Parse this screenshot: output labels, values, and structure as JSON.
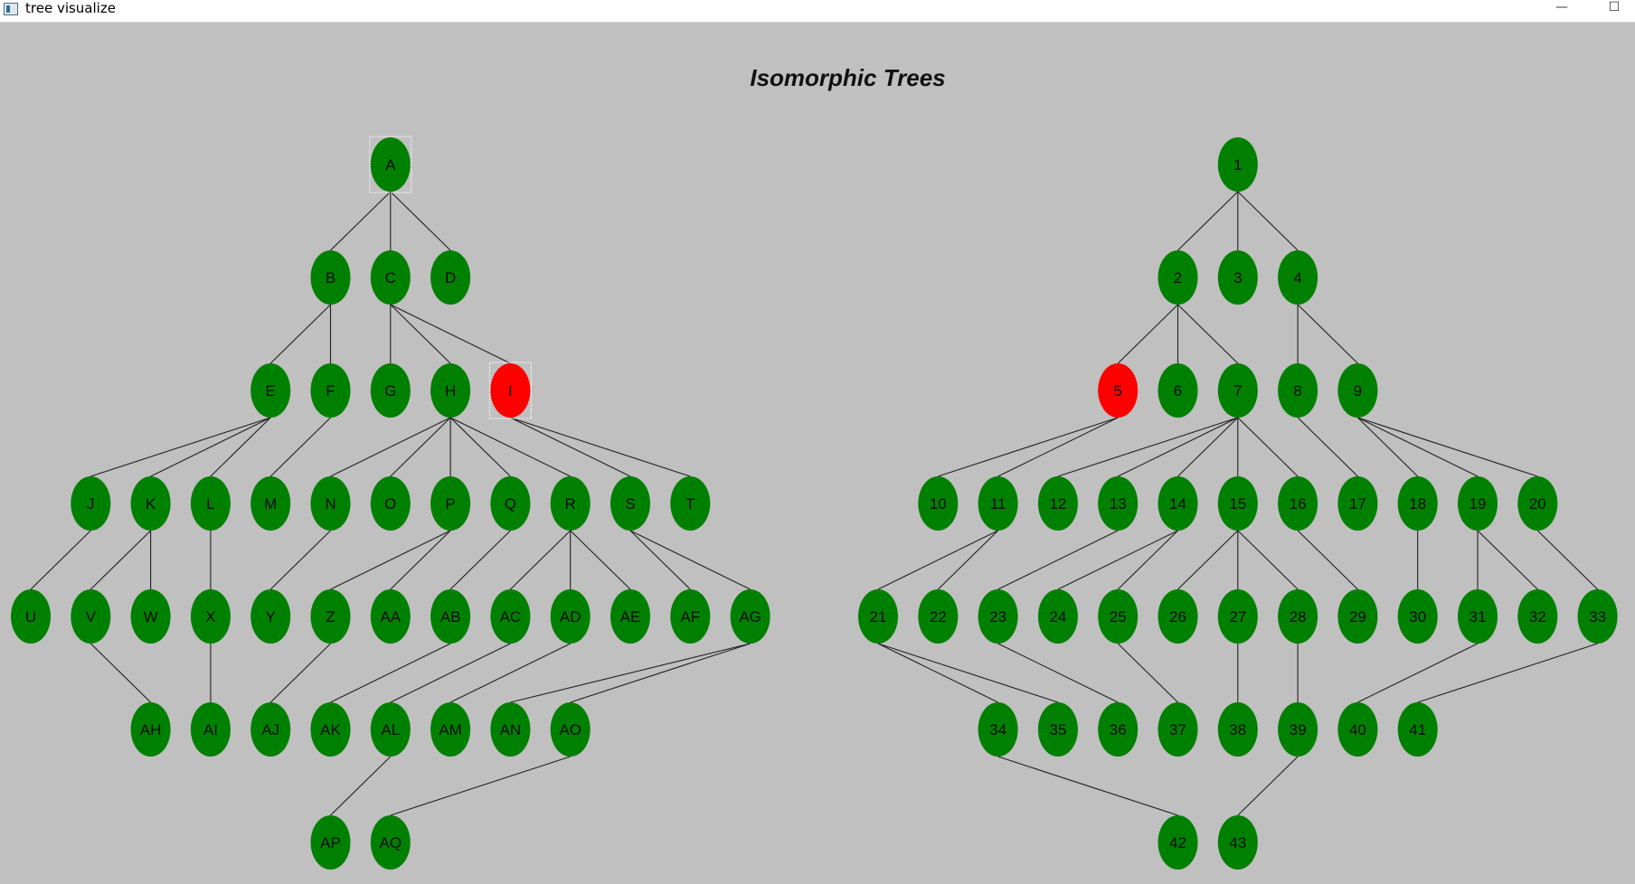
{
  "window": {
    "title": "tree visualize",
    "minimize_icon": "minimize-icon",
    "maximize_icon": "maximize-icon",
    "minimize_glyph": "—",
    "maximize_glyph": "☐"
  },
  "page_title": "Isomorphic Trees",
  "colors": {
    "background": "#c0c0c0",
    "node": "#008000",
    "highlight": "#ff0000",
    "edge": "#202020"
  },
  "tree_left": {
    "nodes": [
      {
        "id": "A",
        "label": "A",
        "level": 0,
        "slot": 6,
        "selected": true
      },
      {
        "id": "B",
        "label": "B",
        "level": 1,
        "slot": 5
      },
      {
        "id": "C",
        "label": "C",
        "level": 1,
        "slot": 6
      },
      {
        "id": "D",
        "label": "D",
        "level": 1,
        "slot": 7
      },
      {
        "id": "E",
        "label": "E",
        "level": 2,
        "slot": 4
      },
      {
        "id": "F",
        "label": "F",
        "level": 2,
        "slot": 5
      },
      {
        "id": "G",
        "label": "G",
        "level": 2,
        "slot": 6
      },
      {
        "id": "H",
        "label": "H",
        "level": 2,
        "slot": 7
      },
      {
        "id": "I",
        "label": "I",
        "level": 2,
        "slot": 8,
        "highlight": true,
        "selected": true
      },
      {
        "id": "J",
        "label": "J",
        "level": 3,
        "slot": 1
      },
      {
        "id": "K",
        "label": "K",
        "level": 3,
        "slot": 2
      },
      {
        "id": "L",
        "label": "L",
        "level": 3,
        "slot": 3
      },
      {
        "id": "M",
        "label": "M",
        "level": 3,
        "slot": 4
      },
      {
        "id": "N",
        "label": "N",
        "level": 3,
        "slot": 5
      },
      {
        "id": "O",
        "label": "O",
        "level": 3,
        "slot": 6
      },
      {
        "id": "P",
        "label": "P",
        "level": 3,
        "slot": 7
      },
      {
        "id": "Q",
        "label": "Q",
        "level": 3,
        "slot": 8
      },
      {
        "id": "R",
        "label": "R",
        "level": 3,
        "slot": 9
      },
      {
        "id": "S",
        "label": "S",
        "level": 3,
        "slot": 10
      },
      {
        "id": "T",
        "label": "T",
        "level": 3,
        "slot": 11
      },
      {
        "id": "U",
        "label": "U",
        "level": 4,
        "slot": 0
      },
      {
        "id": "V",
        "label": "V",
        "level": 4,
        "slot": 1
      },
      {
        "id": "W",
        "label": "W",
        "level": 4,
        "slot": 2
      },
      {
        "id": "X",
        "label": "X",
        "level": 4,
        "slot": 3
      },
      {
        "id": "Y",
        "label": "Y",
        "level": 4,
        "slot": 4
      },
      {
        "id": "Z",
        "label": "Z",
        "level": 4,
        "slot": 5
      },
      {
        "id": "AA",
        "label": "AA",
        "level": 4,
        "slot": 6
      },
      {
        "id": "AB",
        "label": "AB",
        "level": 4,
        "slot": 7
      },
      {
        "id": "AC",
        "label": "AC",
        "level": 4,
        "slot": 8
      },
      {
        "id": "AD",
        "label": "AD",
        "level": 4,
        "slot": 9
      },
      {
        "id": "AE",
        "label": "AE",
        "level": 4,
        "slot": 10
      },
      {
        "id": "AF",
        "label": "AF",
        "level": 4,
        "slot": 11
      },
      {
        "id": "AG",
        "label": "AG",
        "level": 4,
        "slot": 12
      },
      {
        "id": "AH",
        "label": "AH",
        "level": 5,
        "slot": 2
      },
      {
        "id": "AI",
        "label": "AI",
        "level": 5,
        "slot": 3
      },
      {
        "id": "AJ",
        "label": "AJ",
        "level": 5,
        "slot": 4
      },
      {
        "id": "AK",
        "label": "AK",
        "level": 5,
        "slot": 5
      },
      {
        "id": "AL",
        "label": "AL",
        "level": 5,
        "slot": 6
      },
      {
        "id": "AM",
        "label": "AM",
        "level": 5,
        "slot": 7
      },
      {
        "id": "AN",
        "label": "AN",
        "level": 5,
        "slot": 8
      },
      {
        "id": "AO",
        "label": "AO",
        "level": 5,
        "slot": 9
      },
      {
        "id": "AP",
        "label": "AP",
        "level": 6,
        "slot": 5
      },
      {
        "id": "AQ",
        "label": "AQ",
        "level": 6,
        "slot": 6
      }
    ],
    "edges": [
      [
        "A",
        "B"
      ],
      [
        "A",
        "C"
      ],
      [
        "A",
        "D"
      ],
      [
        "B",
        "E"
      ],
      [
        "B",
        "F"
      ],
      [
        "C",
        "G"
      ],
      [
        "C",
        "H"
      ],
      [
        "C",
        "I"
      ],
      [
        "E",
        "J"
      ],
      [
        "E",
        "K"
      ],
      [
        "E",
        "L"
      ],
      [
        "F",
        "M"
      ],
      [
        "H",
        "N"
      ],
      [
        "H",
        "O"
      ],
      [
        "H",
        "P"
      ],
      [
        "H",
        "Q"
      ],
      [
        "H",
        "R"
      ],
      [
        "I",
        "S"
      ],
      [
        "I",
        "T"
      ],
      [
        "J",
        "U"
      ],
      [
        "K",
        "V"
      ],
      [
        "K",
        "W"
      ],
      [
        "L",
        "X"
      ],
      [
        "N",
        "Y"
      ],
      [
        "P",
        "Z"
      ],
      [
        "P",
        "AA"
      ],
      [
        "Q",
        "AB"
      ],
      [
        "R",
        "AC"
      ],
      [
        "R",
        "AD"
      ],
      [
        "R",
        "AE"
      ],
      [
        "S",
        "AF"
      ],
      [
        "S",
        "AG"
      ],
      [
        "V",
        "AH"
      ],
      [
        "X",
        "AI"
      ],
      [
        "Z",
        "AJ"
      ],
      [
        "AB",
        "AK"
      ],
      [
        "AC",
        "AL"
      ],
      [
        "AD",
        "AM"
      ],
      [
        "AG",
        "AN"
      ],
      [
        "AG",
        "AO"
      ],
      [
        "AL",
        "AP"
      ],
      [
        "AO",
        "AQ"
      ]
    ]
  },
  "tree_right": {
    "nodes": [
      {
        "id": "1",
        "label": "1",
        "level": 0,
        "slot": 6
      },
      {
        "id": "2",
        "label": "2",
        "level": 1,
        "slot": 5
      },
      {
        "id": "3",
        "label": "3",
        "level": 1,
        "slot": 6
      },
      {
        "id": "4",
        "label": "4",
        "level": 1,
        "slot": 7
      },
      {
        "id": "5",
        "label": "5",
        "level": 2,
        "slot": 4,
        "highlight": true
      },
      {
        "id": "6",
        "label": "6",
        "level": 2,
        "slot": 5
      },
      {
        "id": "7",
        "label": "7",
        "level": 2,
        "slot": 6
      },
      {
        "id": "8",
        "label": "8",
        "level": 2,
        "slot": 7
      },
      {
        "id": "9",
        "label": "9",
        "level": 2,
        "slot": 8
      },
      {
        "id": "10",
        "label": "10",
        "level": 3,
        "slot": 1
      },
      {
        "id": "11",
        "label": "11",
        "level": 3,
        "slot": 2
      },
      {
        "id": "12",
        "label": "12",
        "level": 3,
        "slot": 3
      },
      {
        "id": "13",
        "label": "13",
        "level": 3,
        "slot": 4
      },
      {
        "id": "14",
        "label": "14",
        "level": 3,
        "slot": 5
      },
      {
        "id": "15",
        "label": "15",
        "level": 3,
        "slot": 6
      },
      {
        "id": "16",
        "label": "16",
        "level": 3,
        "slot": 7
      },
      {
        "id": "17",
        "label": "17",
        "level": 3,
        "slot": 8
      },
      {
        "id": "18",
        "label": "18",
        "level": 3,
        "slot": 9
      },
      {
        "id": "19",
        "label": "19",
        "level": 3,
        "slot": 10
      },
      {
        "id": "20",
        "label": "20",
        "level": 3,
        "slot": 11
      },
      {
        "id": "21",
        "label": "21",
        "level": 4,
        "slot": 0
      },
      {
        "id": "22",
        "label": "22",
        "level": 4,
        "slot": 1
      },
      {
        "id": "23",
        "label": "23",
        "level": 4,
        "slot": 2
      },
      {
        "id": "24",
        "label": "24",
        "level": 4,
        "slot": 3
      },
      {
        "id": "25",
        "label": "25",
        "level": 4,
        "slot": 4
      },
      {
        "id": "26",
        "label": "26",
        "level": 4,
        "slot": 5
      },
      {
        "id": "27",
        "label": "27",
        "level": 4,
        "slot": 6
      },
      {
        "id": "28",
        "label": "28",
        "level": 4,
        "slot": 7
      },
      {
        "id": "29",
        "label": "29",
        "level": 4,
        "slot": 8
      },
      {
        "id": "30",
        "label": "30",
        "level": 4,
        "slot": 9
      },
      {
        "id": "31",
        "label": "31",
        "level": 4,
        "slot": 10
      },
      {
        "id": "32",
        "label": "32",
        "level": 4,
        "slot": 11
      },
      {
        "id": "33",
        "label": "33",
        "level": 4,
        "slot": 12
      },
      {
        "id": "34",
        "label": "34",
        "level": 5,
        "slot": 2
      },
      {
        "id": "35",
        "label": "35",
        "level": 5,
        "slot": 3
      },
      {
        "id": "36",
        "label": "36",
        "level": 5,
        "slot": 4
      },
      {
        "id": "37",
        "label": "37",
        "level": 5,
        "slot": 5
      },
      {
        "id": "38",
        "label": "38",
        "level": 5,
        "slot": 6
      },
      {
        "id": "39",
        "label": "39",
        "level": 5,
        "slot": 7
      },
      {
        "id": "40",
        "label": "40",
        "level": 5,
        "slot": 8
      },
      {
        "id": "41",
        "label": "41",
        "level": 5,
        "slot": 9
      },
      {
        "id": "42",
        "label": "42",
        "level": 6,
        "slot": 5
      },
      {
        "id": "43",
        "label": "43",
        "level": 6,
        "slot": 6
      }
    ],
    "edges": [
      [
        "1",
        "2"
      ],
      [
        "1",
        "3"
      ],
      [
        "1",
        "4"
      ],
      [
        "2",
        "5"
      ],
      [
        "2",
        "6"
      ],
      [
        "2",
        "7"
      ],
      [
        "4",
        "8"
      ],
      [
        "4",
        "9"
      ],
      [
        "5",
        "10"
      ],
      [
        "5",
        "11"
      ],
      [
        "7",
        "12"
      ],
      [
        "7",
        "13"
      ],
      [
        "7",
        "14"
      ],
      [
        "7",
        "15"
      ],
      [
        "7",
        "16"
      ],
      [
        "8",
        "17"
      ],
      [
        "9",
        "18"
      ],
      [
        "9",
        "19"
      ],
      [
        "9",
        "20"
      ],
      [
        "11",
        "21"
      ],
      [
        "11",
        "22"
      ],
      [
        "13",
        "23"
      ],
      [
        "14",
        "24"
      ],
      [
        "14",
        "25"
      ],
      [
        "15",
        "26"
      ],
      [
        "15",
        "27"
      ],
      [
        "15",
        "28"
      ],
      [
        "16",
        "29"
      ],
      [
        "18",
        "30"
      ],
      [
        "19",
        "31"
      ],
      [
        "19",
        "32"
      ],
      [
        "20",
        "33"
      ],
      [
        "21",
        "34"
      ],
      [
        "21",
        "35"
      ],
      [
        "23",
        "36"
      ],
      [
        "25",
        "37"
      ],
      [
        "27",
        "38"
      ],
      [
        "28",
        "39"
      ],
      [
        "31",
        "40"
      ],
      [
        "33",
        "41"
      ],
      [
        "34",
        "42"
      ],
      [
        "39",
        "43"
      ]
    ]
  }
}
